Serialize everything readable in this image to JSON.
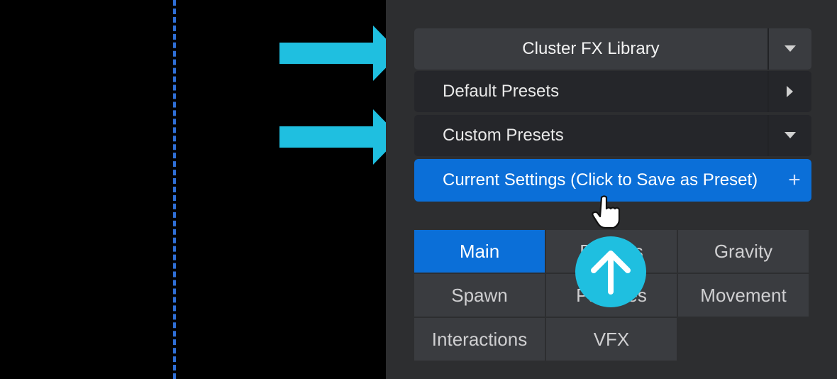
{
  "library": {
    "title": "Cluster FX Library",
    "caret_icon": "caret-down-icon"
  },
  "presets": [
    {
      "label": "Default Presets",
      "caret_icon": "caret-right-icon"
    },
    {
      "label": "Custom Presets",
      "caret_icon": "caret-down-icon"
    }
  ],
  "current_settings": {
    "label": "Current Settings (Click to Save as Preset)",
    "plus": "+"
  },
  "tabs": [
    "Main",
    "Physics",
    "Gravity",
    "Spawn",
    "Particles",
    "Movement",
    "Interactions",
    "VFX"
  ],
  "active_tab": "Main",
  "colors": {
    "accent": "#0b6fd8",
    "arrow": "#1fbfe0",
    "panel": "#2d2e30",
    "dash": "#2f6fd6"
  }
}
